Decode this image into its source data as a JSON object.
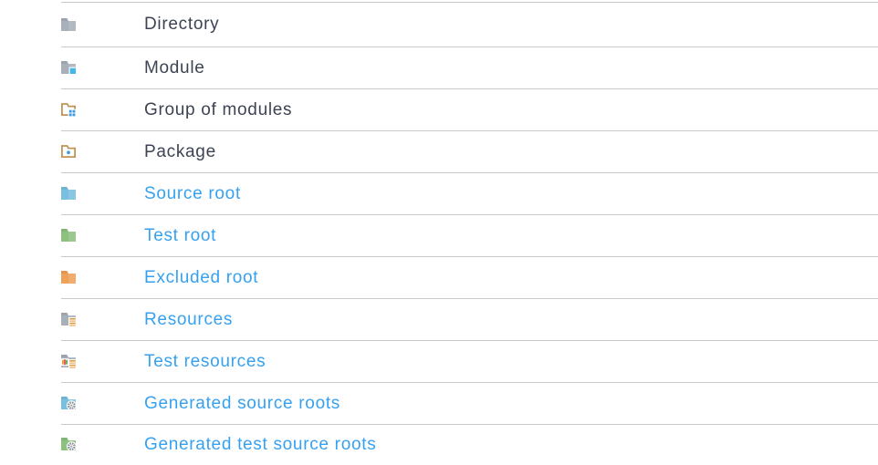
{
  "page": {
    "background": "#ffffff",
    "separator_color": "#c6cacd",
    "text_color": "#3c4353",
    "link_color": "#35a1f0"
  },
  "icon_colors": {
    "folder_gray": "#a8b0ba",
    "folder_blue": "#79c0e0",
    "folder_green": "#8dc180",
    "folder_orange": "#efa257",
    "outline_tan": "#c09457",
    "accent_cyan": "#41b8e9",
    "accent_blue": "#3e9cde",
    "resource_amber": "#e3a448",
    "test_red": "#d9534f",
    "test_green": "#5ba74d",
    "gear_gray": "#8f969d"
  },
  "table": {
    "rows": [
      {
        "label": "Directory",
        "icon": "directory-folder-icon",
        "is_link": false
      },
      {
        "label": "Module",
        "icon": "module-folder-icon",
        "is_link": false
      },
      {
        "label": "Group of modules",
        "icon": "group-of-modules-icon",
        "is_link": false
      },
      {
        "label": "Package",
        "icon": "package-icon",
        "is_link": false
      },
      {
        "label": "Source root",
        "icon": "source-root-folder-icon",
        "is_link": true
      },
      {
        "label": "Test root",
        "icon": "test-root-folder-icon",
        "is_link": true
      },
      {
        "label": "Excluded root",
        "icon": "excluded-root-folder-icon",
        "is_link": true
      },
      {
        "label": "Resources",
        "icon": "resources-folder-icon",
        "is_link": true
      },
      {
        "label": "Test resources",
        "icon": "test-resources-folder-icon",
        "is_link": true
      },
      {
        "label": "Generated source roots",
        "icon": "generated-source-root-folder-icon",
        "is_link": true
      },
      {
        "label": "Generated test source roots",
        "icon": "generated-test-source-root-folder-icon",
        "is_link": true
      }
    ]
  }
}
